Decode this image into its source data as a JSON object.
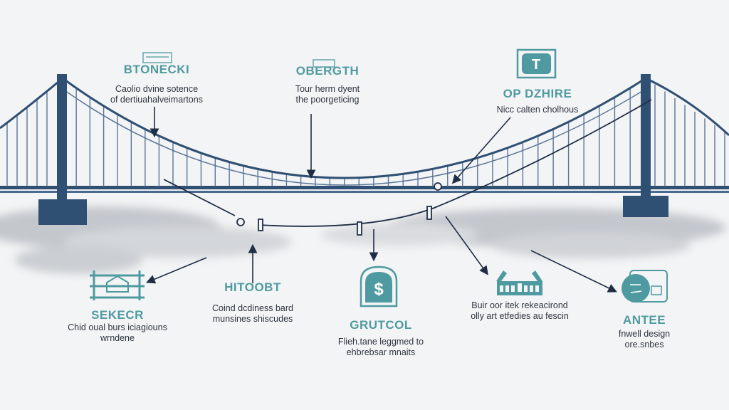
{
  "colors": {
    "bridge": "#2f4f73",
    "accent": "#4f9aa0",
    "mist": "#c9cdd2",
    "background": "#f3f4f5"
  },
  "blocks": [
    {
      "id": "btonecki",
      "title": "BTONECKI",
      "lines": [
        "Caolio dvine sotence",
        "of dertiuahalveimartons"
      ],
      "icon": "sign-icon"
    },
    {
      "id": "oberdth",
      "title": "OBERGTH",
      "lines": [
        "Tour herm dyent",
        "the poorgeticing"
      ],
      "icon": "sign-icon"
    },
    {
      "id": "op-dzhire",
      "title": "OP DZHIRE",
      "lines": [
        "Nicc calten cholhous"
      ],
      "icon": "t-badge-icon",
      "icon_letter": "T"
    },
    {
      "id": "sekecr",
      "title": "SEKECR",
      "lines": [
        "Chid oual burs iciagiouns",
        "wrndene"
      ],
      "icon": "house-frame-icon"
    },
    {
      "id": "hitoobt",
      "title": "HITOOBT",
      "lines": [
        "Coind dcdiness bard",
        "munsines shiscudes"
      ],
      "icon": "none"
    },
    {
      "id": "grutcol",
      "title": "GRUTCOL",
      "lines": [
        "Flieh.tane leggmed to",
        "ehbrebsar mnaits"
      ],
      "icon": "dollar-shield-icon",
      "icon_letter": "$"
    },
    {
      "id": "buir",
      "title": "",
      "lines": [
        "Buir oor itek rekeacirond",
        "olly art etfedies au fescin"
      ],
      "icon": "building-icon"
    },
    {
      "id": "antee",
      "title": "ANTEE",
      "lines": [
        "fnwell design",
        "ore.snbes"
      ],
      "icon": "document-circle-icon"
    }
  ]
}
